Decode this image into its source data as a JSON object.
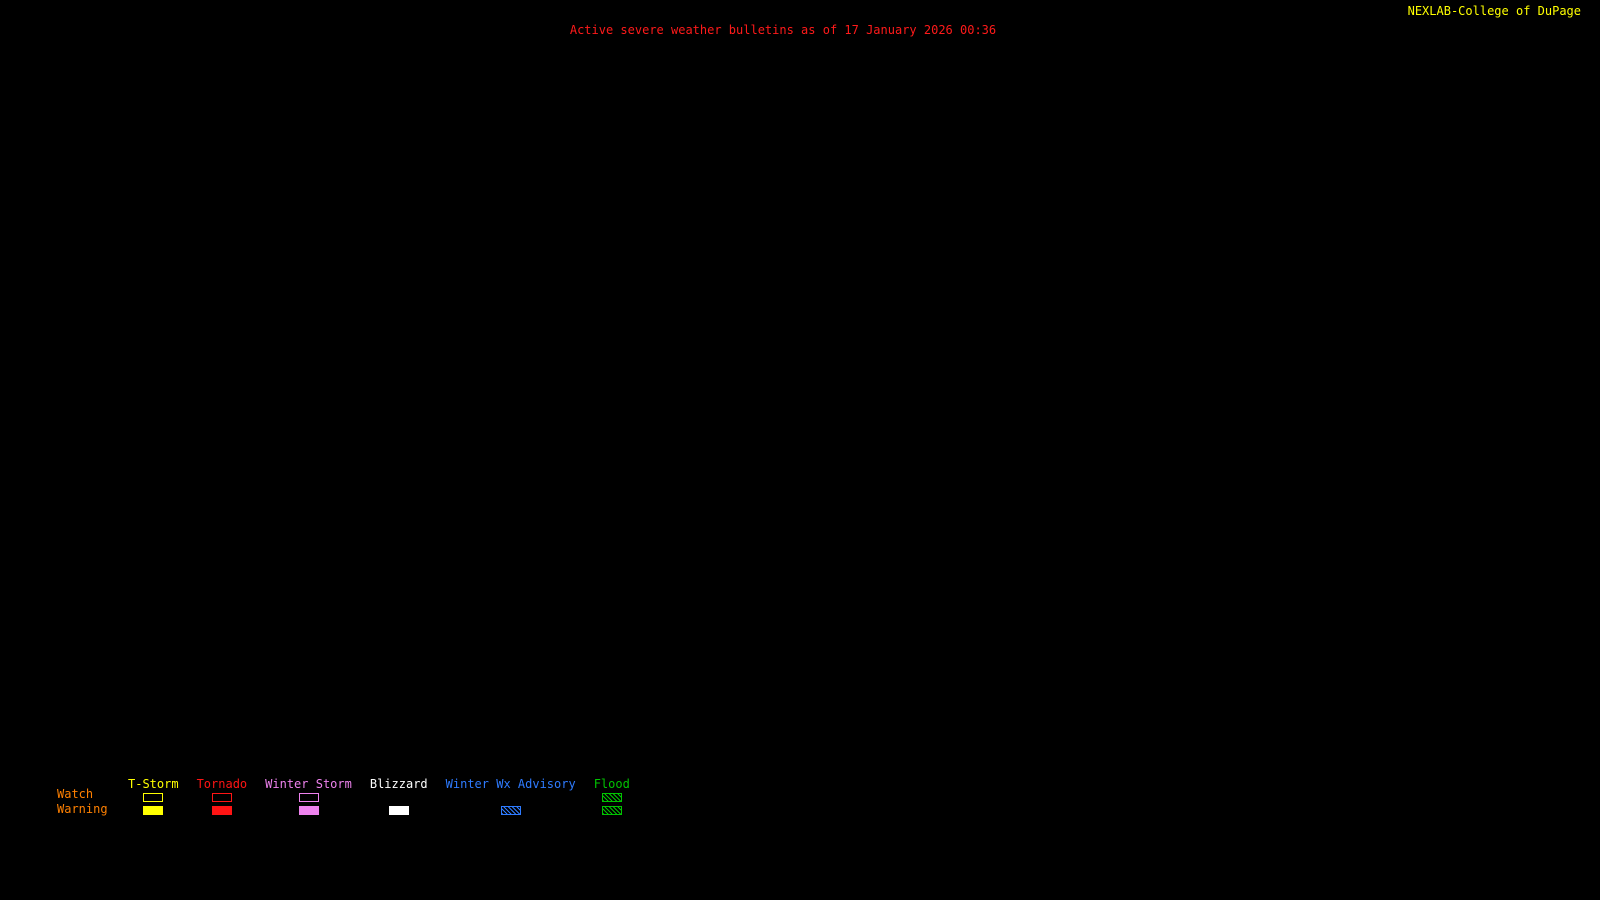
{
  "header": {
    "station": "NEXLAB-College of DuPage",
    "title": "Active severe weather bulletins as of 17 January 2026 00:36"
  },
  "legend": {
    "watch_label": "Watch",
    "warning_label": "Warning",
    "columns": [
      {
        "key": "tstorm",
        "label": "T-Storm",
        "color": "#ffff00",
        "watch": "outline",
        "warning": "fill"
      },
      {
        "key": "tornado",
        "label": "Tornado",
        "color": "#ff1414",
        "watch": "outline",
        "warning": "fill"
      },
      {
        "key": "winter-storm",
        "label": "Winter Storm",
        "color": "#ee82ee",
        "watch": "outline",
        "warning": "fill"
      },
      {
        "key": "blizzard",
        "label": "Blizzard",
        "color": "#ffffff",
        "watch": "none",
        "warning": "fill"
      },
      {
        "key": "winter-wx-advisory",
        "label": "Winter Wx Advisory",
        "color": "#2e7bff",
        "watch": "none",
        "warning": "hatch"
      },
      {
        "key": "flood",
        "label": "Flood",
        "color": "#00c400",
        "watch": "hatch",
        "warning": "hatch"
      }
    ]
  },
  "colors": {
    "background": "#000000",
    "station_text": "#ffff00",
    "title_text": "#ff1a1a",
    "row_label_text": "#ff8000"
  }
}
